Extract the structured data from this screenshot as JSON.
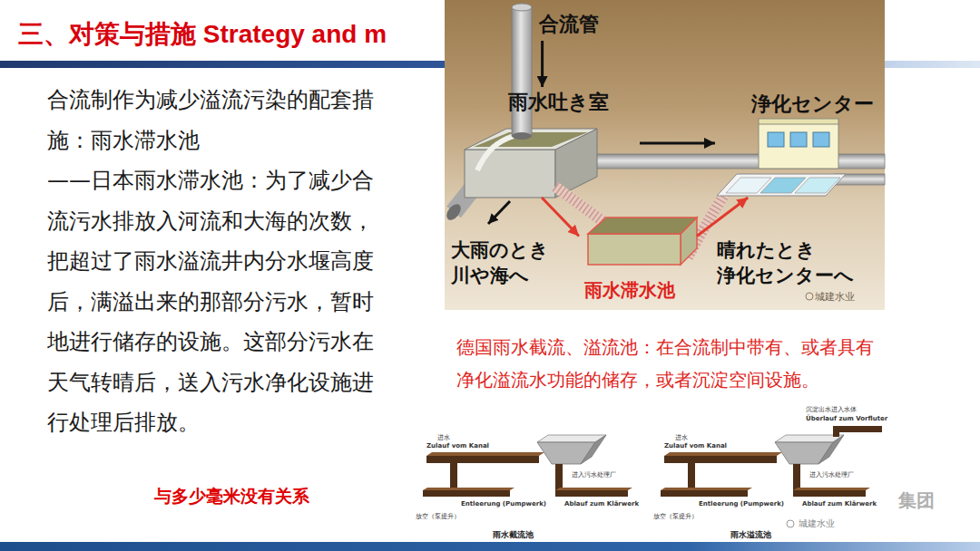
{
  "diagram": {
    "title": "三、对策与措施 Strategy and m",
    "nodes": [
      {
        "text": [
          "合流管"
        ]
      },
      {
        "text": [
          "雨水吐き室"
        ]
      },
      {
        "text": [
          "浄化センター"
        ]
      },
      {
        "text": [
          "雨水滞水池"
        ]
      }
    ],
    "edges": [
      {
        "from": 0,
        "to": 1,
        "arrow": "to"
      },
      {
        "from": 1,
        "to": 2,
        "arrow": "to"
      },
      {
        "from": 1,
        "to": 3,
        "arrow": "to"
      },
      {
        "from": 3,
        "to": 2,
        "arrow": "to"
      }
    ],
    "labels": [
      "合流制作为减少溢流污染的配套措施：雨水滞水池",
      "——日本雨水滞水池：为了减少合流污水排放入河流和大海的次数，把超过了雨水溢流井内分水堰高度后，满溢出来的那部分污水，暂时地进行储存的设施。这部分污水在天气转晴后，送入污水净化设施进行处理后排放。",
      "与多少毫米没有关系",
      "大雨のとき 川や海へ",
      "晴れたとき 浄化センターへ",
      "城建水业",
      "德国雨水截流、溢流池：在合流制中带有、或者具有净化溢流水功能的储存，或者沉淀空间设施。",
      "进水",
      "Zulauf vom Kanal",
      "进入污水处理厂",
      "Entleerung (Pumpwerk)",
      "Ablauf zum Klärwerk",
      "放空（泵提升）",
      "雨水截流池",
      "沉淀出水进入水体",
      "Überlauf zum Vorfluter",
      "进水",
      "Zulauf vom Kanal",
      "进入污水处理厂",
      "Entleerung (Pumpwerk)",
      "Ablauf zum Klärwerk",
      "放空（泵提升）",
      "雨水溢流池",
      "城建水业",
      "集团"
    ]
  }
}
